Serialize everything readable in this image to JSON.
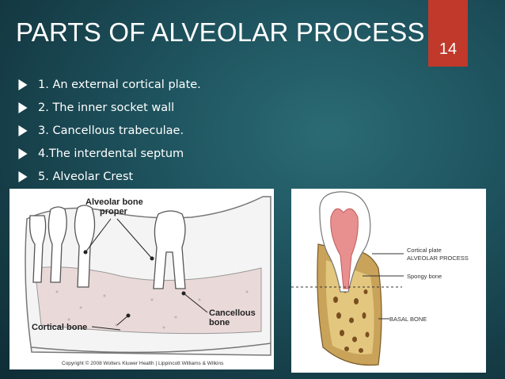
{
  "slide": {
    "title": "PARTS OF ALVEOLAR PROCESS",
    "page_number": "14",
    "accent_color": "#c0392b",
    "bullet_icon": "triangle-arrow-icon"
  },
  "bullets": [
    "1. An external cortical plate.",
    "2. The inner socket wall",
    "3. Cancellous trabeculae.",
    "4.The interdental septum",
    "5. Alveolar Crest"
  ],
  "figure_left": {
    "label_bone_proper_1": "Alveolar bone",
    "label_bone_proper_2": "proper",
    "label_cancellous_1": "Cancellous",
    "label_cancellous_2": "bone",
    "label_cortical": "Cortical bone",
    "copyright": "Copyright © 2008 Wolters Kluwer Health | Lippincott Williams & Wilkins"
  },
  "figure_right": {
    "label_cortical_plate": "Cortical plate",
    "label_alveolar_process": "ALVEOLAR PROCESS",
    "label_spongy": "Spongy bone",
    "label_basal": "BASAL BONE"
  }
}
